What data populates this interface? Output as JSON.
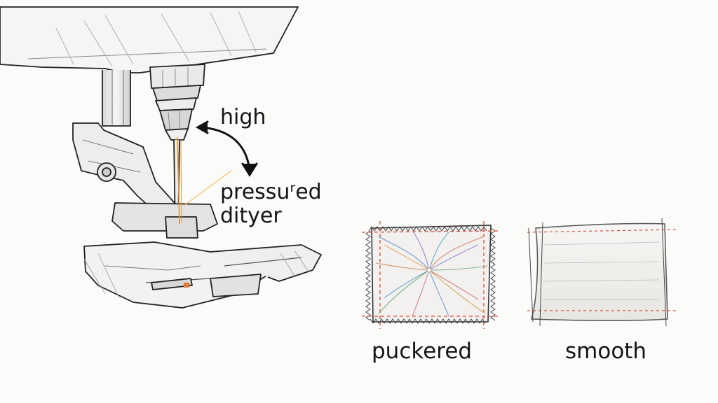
{
  "labels": {
    "high": "high",
    "pressure_line1": "pressuʳed",
    "pressure_line2": "dityer",
    "puckered": "puckered",
    "smooth": "smooth"
  },
  "colors": {
    "ink": "#1c1c1c",
    "thread": "#e5962f",
    "stitch": "#d8503a",
    "fabric_puckered_fill": "#f2f1ef",
    "fabric_smooth_fill": "#f1f0ee"
  }
}
